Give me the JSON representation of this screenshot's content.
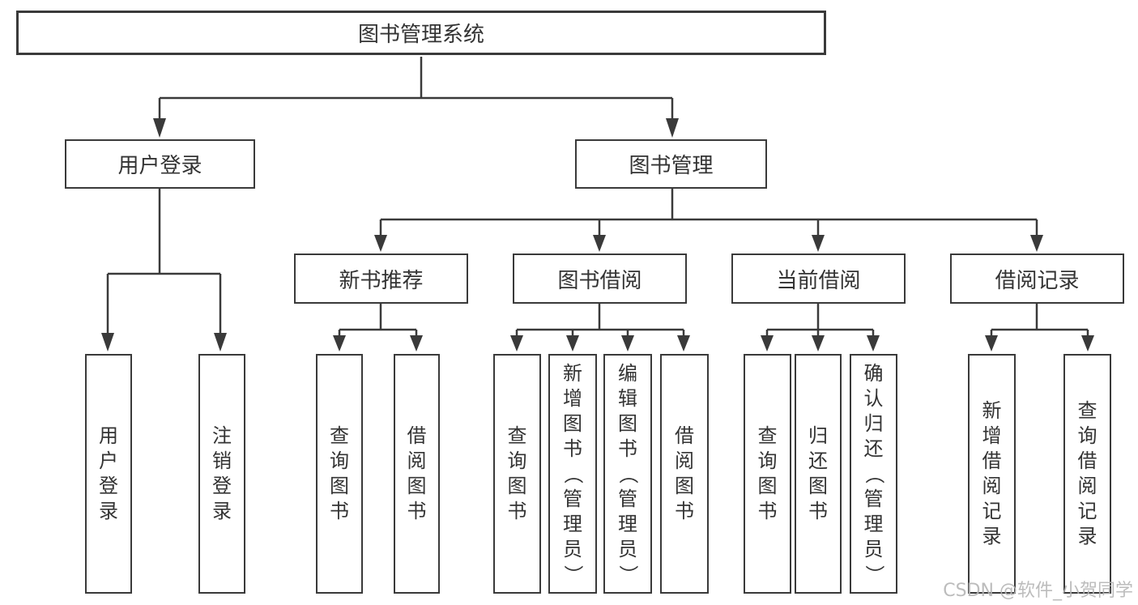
{
  "colors": {
    "line": "#3a3a3a",
    "node_text": "#333333",
    "watermark_text": "#b5b5b5"
  },
  "watermark": "CSDN @软件_小贺同学",
  "tree": {
    "label": "图书管理系统",
    "children": [
      {
        "label": "用户登录",
        "children": [
          {
            "label": "用户登录"
          },
          {
            "label": "注销登录"
          }
        ]
      },
      {
        "label": "图书管理",
        "children": [
          {
            "label": "新书推荐",
            "children": [
              {
                "label": "查询图书"
              },
              {
                "label": "借阅图书"
              }
            ]
          },
          {
            "label": "图书借阅",
            "children": [
              {
                "label": "查询图书"
              },
              {
                "label": "新增图书（管理员）"
              },
              {
                "label": "编辑图书（管理员）"
              },
              {
                "label": "借阅图书"
              }
            ]
          },
          {
            "label": "当前借阅",
            "children": [
              {
                "label": "查询图书"
              },
              {
                "label": "归还图书"
              },
              {
                "label": "确认归还（管理员）"
              }
            ]
          },
          {
            "label": "借阅记录",
            "children": [
              {
                "label": "新增借阅记录"
              },
              {
                "label": "查询借阅记录"
              }
            ]
          }
        ]
      }
    ]
  }
}
